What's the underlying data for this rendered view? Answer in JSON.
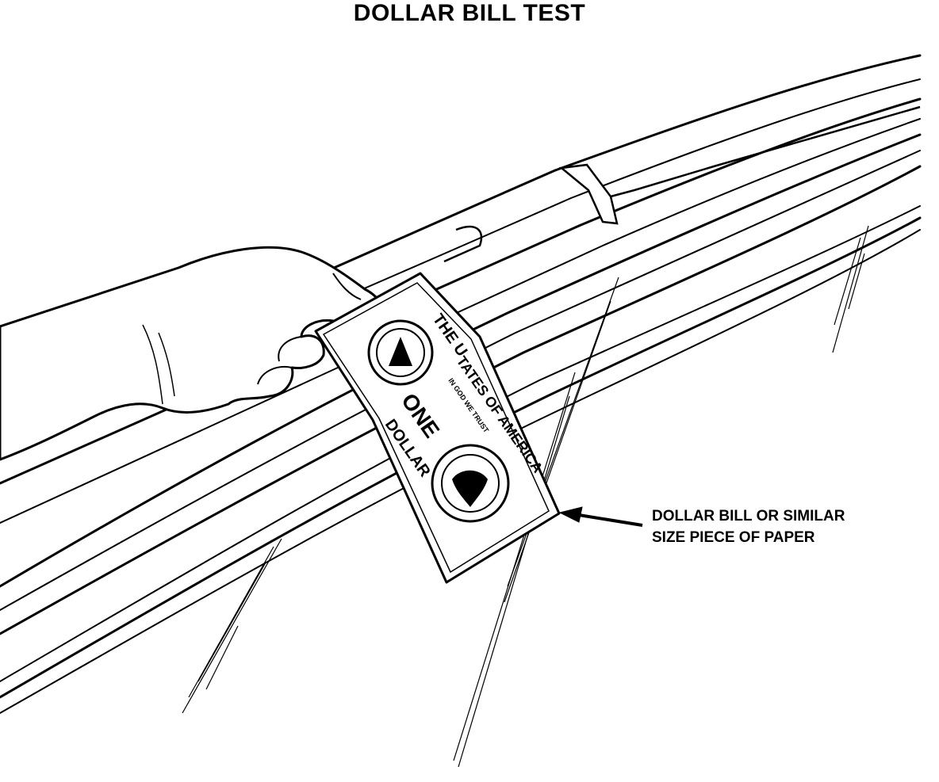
{
  "title": "DOLLAR BILL TEST",
  "callout": {
    "line1": "DOLLAR BILL OR SIMILAR",
    "line2": "SIZE PIECE OF PAPER"
  },
  "bill": {
    "text_top": "THE U",
    "text_states": "TATES OF AMERICA",
    "text_trust": "IN GOD WE TRUST",
    "text_one": "ONE",
    "text_dollar": "DOLLAR"
  },
  "colors": {
    "ink": "#000000",
    "paper": "#ffffff"
  }
}
